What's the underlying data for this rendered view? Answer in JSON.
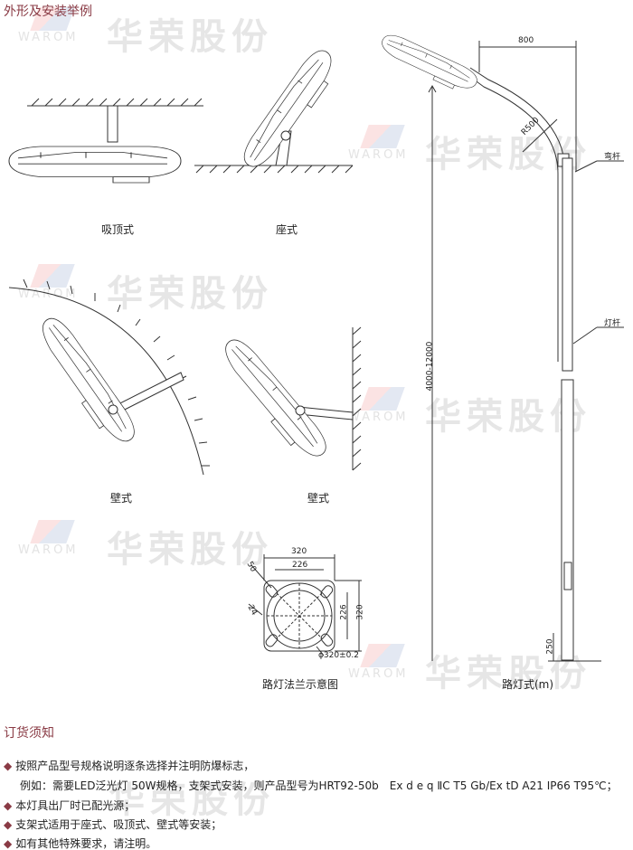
{
  "section_title": "外形及安装举例",
  "watermark": {
    "brand_cn": "华荣股份",
    "brand_en": "WAROM"
  },
  "figures": {
    "ceiling": "吸顶式",
    "seat": "座式",
    "wall_curved": "壁式",
    "wall_flat": "壁式",
    "flange": {
      "caption": "路灯法兰示意图",
      "dim_outer_w": "320",
      "dim_inner_w": "226",
      "dim_outer_h": "320",
      "dim_inner_h": "226",
      "dim_slot": "50",
      "dim_hole": "24",
      "dim_circle": "ϕ320±0.2"
    },
    "pole": {
      "caption": "路灯式(m)",
      "dim_arm": "800",
      "dim_radius": "R500",
      "dim_height": "4000-12000",
      "dim_base": "250",
      "label_arm": "弯杆",
      "label_pole": "灯杆"
    }
  },
  "order": {
    "heading": "订货须知",
    "bullet": "◆",
    "items": [
      "按照产品型号规格说明逐条选择并注明防爆标志，",
      "本灯具出厂时已配光源；",
      "支架式适用于座式、吸顶式、壁式等安装；",
      "如有其他特殊要求，请注明。"
    ],
    "example": "例如：需要LED泛光灯 50W规格，支架式安装，则产品型号为HRT92-50b　Ex d e q ⅡC T5 Gb/Ex tD A21 IP66 T95℃；"
  }
}
